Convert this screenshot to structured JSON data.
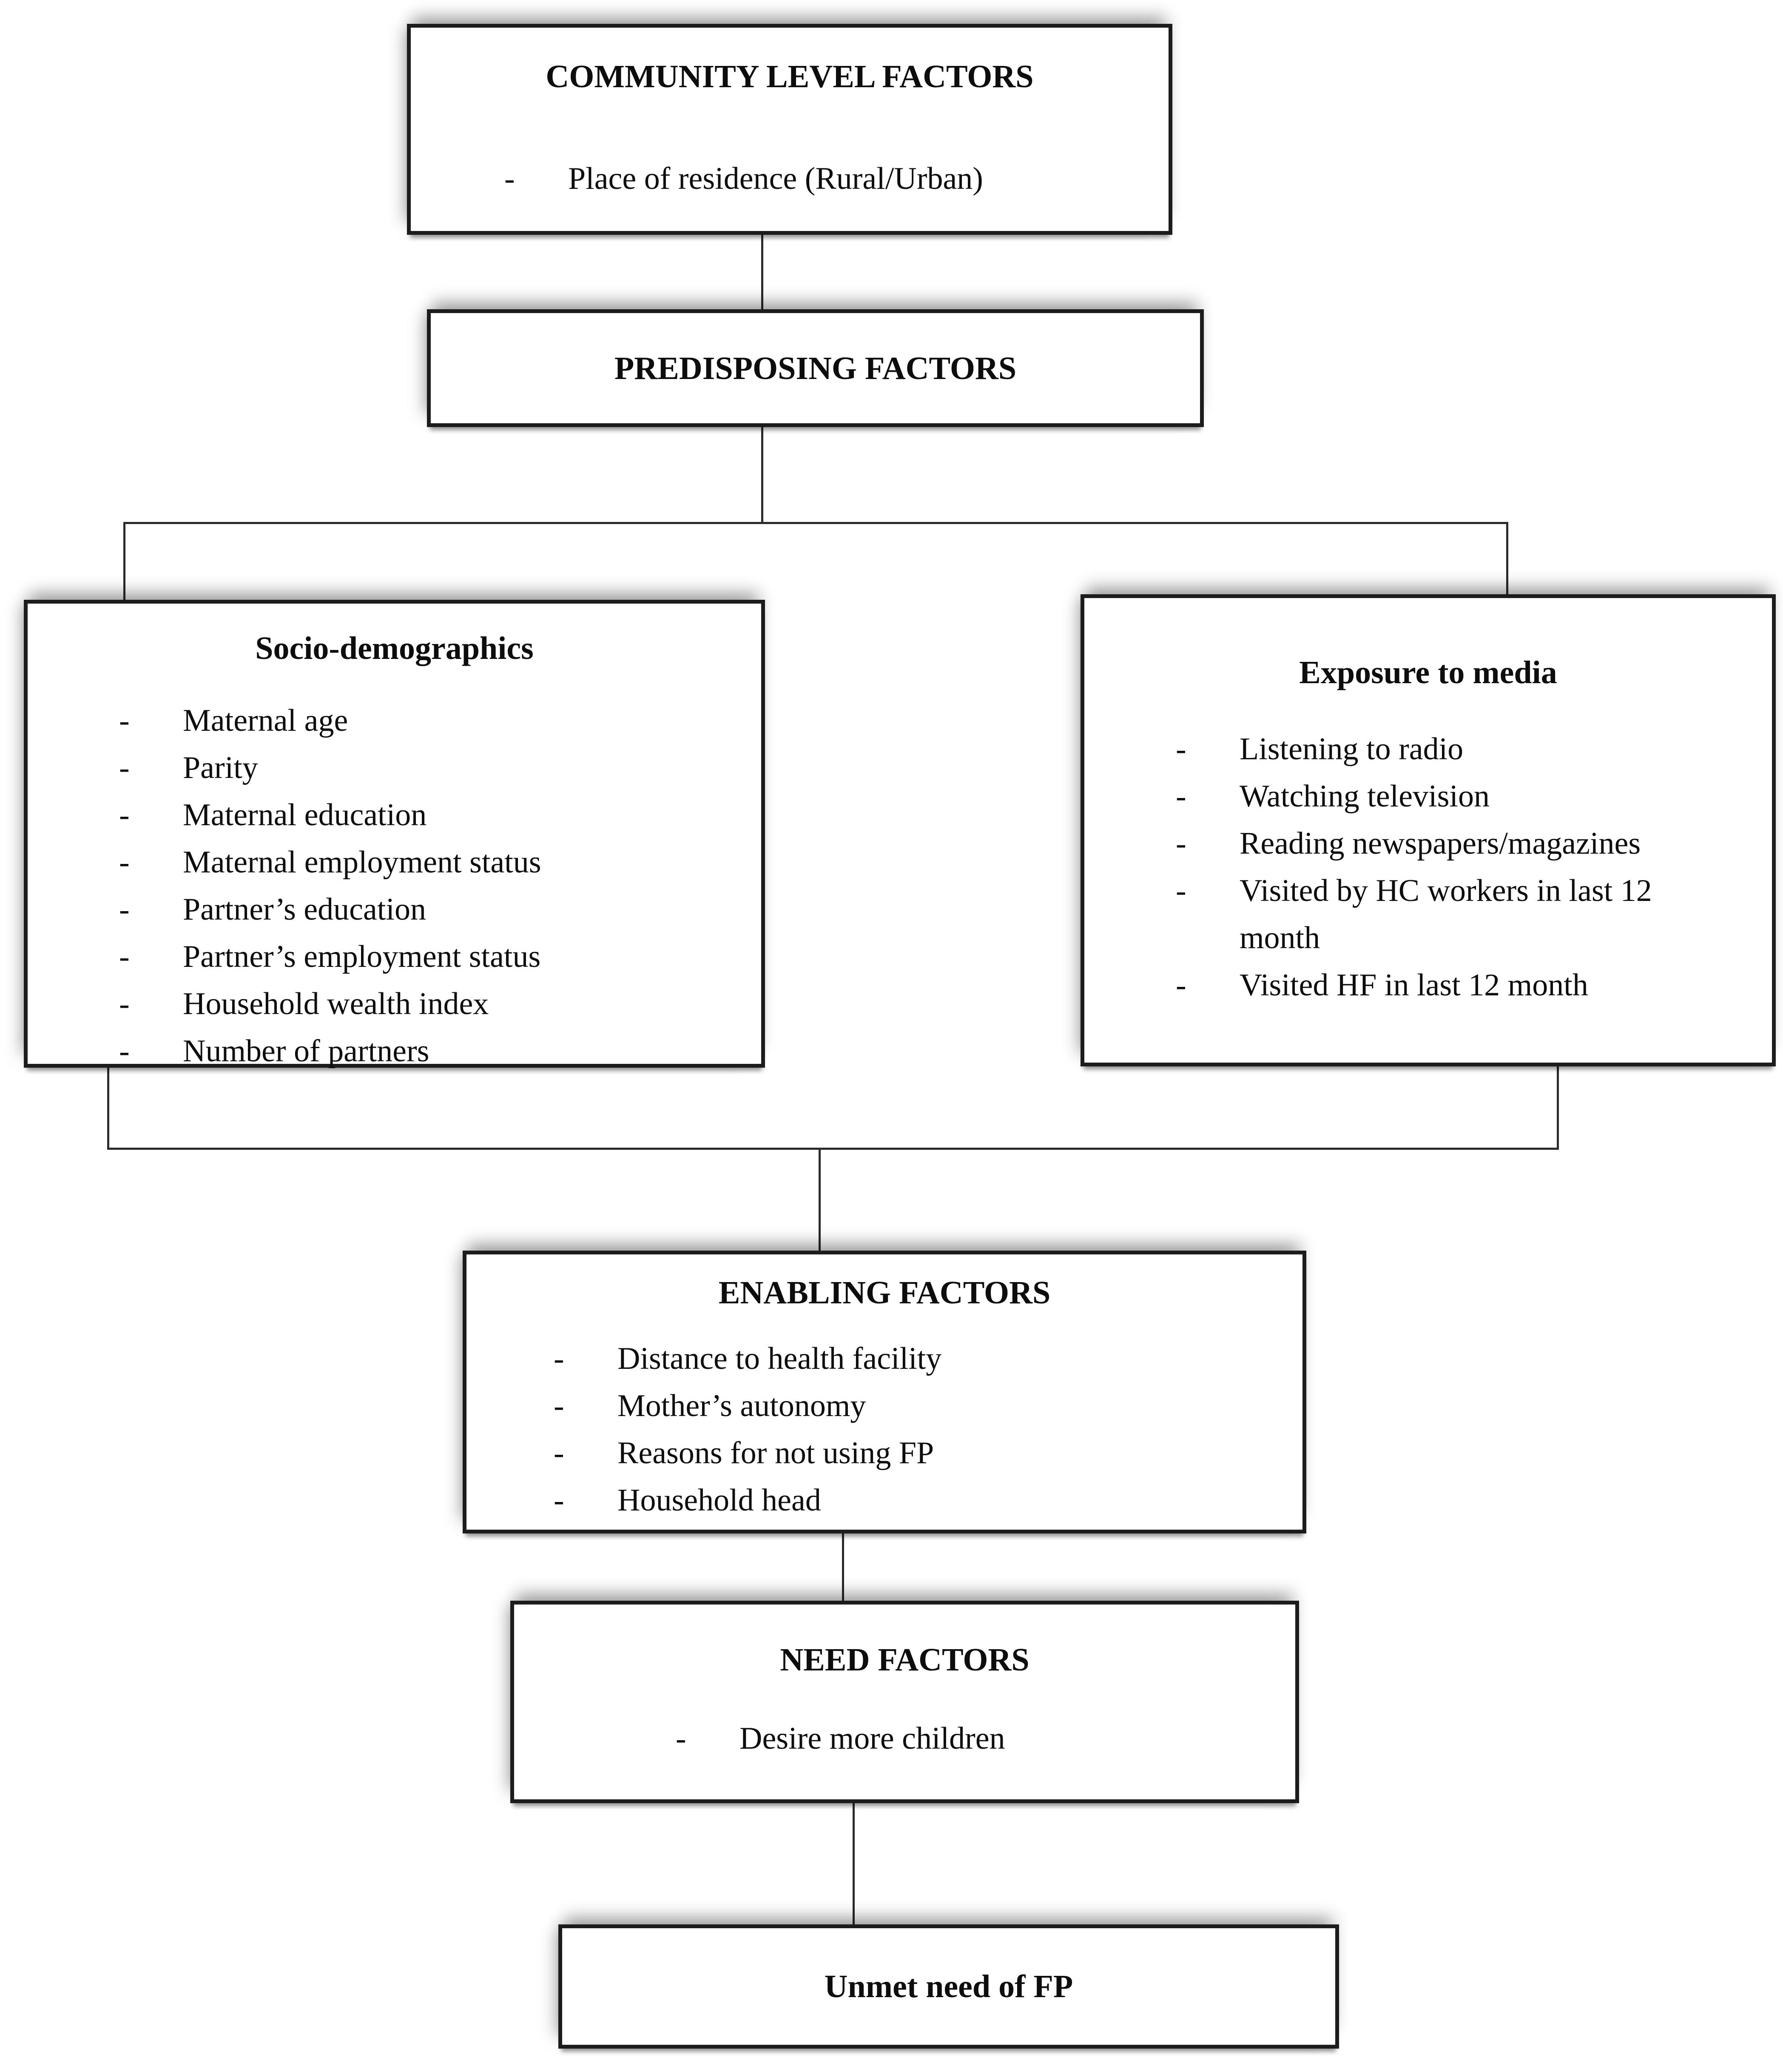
{
  "bullet": {
    "char": "-"
  },
  "colors": {
    "background": "#ffffff",
    "box_border": "#1c1c1c",
    "connector_line": "#2b2b2b",
    "text": "#0d0d0d"
  },
  "boxes": {
    "community": {
      "title": "COMMUNITY LEVEL FACTORS",
      "items": [
        "Place of residence (Rural/Urban)"
      ]
    },
    "predisposing": {
      "title": "PREDISPOSING FACTORS",
      "items": []
    },
    "socio": {
      "title": "Socio-demographics",
      "items": [
        "Maternal age",
        "Parity",
        "Maternal education",
        "Maternal employment status",
        "Partner’s education",
        "Partner’s employment status",
        "Household wealth index",
        "Number of partners"
      ]
    },
    "media": {
      "title": "Exposure to media",
      "items": [
        "Listening to radio",
        "Watching television",
        "Reading newspapers/magazines",
        "Visited by HC workers in last 12 month",
        "Visited HF in last 12 month"
      ]
    },
    "enabling": {
      "title": "ENABLING FACTORS",
      "items": [
        "Distance to health facility",
        "Mother’s autonomy",
        "Reasons for not using FP",
        "Household head"
      ]
    },
    "need": {
      "title": "NEED FACTORS",
      "items": [
        "Desire more children"
      ]
    },
    "outcome": {
      "title": "Unmet need of FP",
      "items": []
    }
  }
}
